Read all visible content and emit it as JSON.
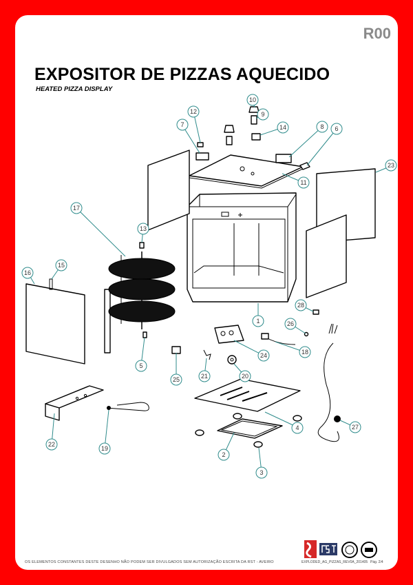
{
  "header": {
    "revision": "R00",
    "title": "EXPOSITOR DE PIZZAS AQUECIDO",
    "subtitle": "HEATED PIZZA DISPLAY"
  },
  "footer": {
    "notice": "OS ELEMENTOS CONSTANTES DESTE DESENHO NÃO PODEM SER DIVULGADOS SEM AUTORIZAÇÃO ESCRITA DA RST - AVEIRO",
    "file_ref": "EXPLODED_AG_PIZZAS_REV0A_201405",
    "page": "Pág. 2/4"
  },
  "logos": [
    "flamme-logo",
    "rst-logo",
    "cert-logo-1",
    "cert-logo-2"
  ],
  "colors": {
    "border": "#ff0000",
    "callout": "#2e8b8b"
  },
  "callouts": [
    "1",
    "2",
    "3",
    "4",
    "5",
    "6",
    "7",
    "8",
    "9",
    "10",
    "11",
    "12",
    "13",
    "14",
    "15",
    "16",
    "17",
    "18",
    "19",
    "20",
    "21",
    "22",
    "23",
    "24",
    "25",
    "26",
    "27",
    "28"
  ]
}
